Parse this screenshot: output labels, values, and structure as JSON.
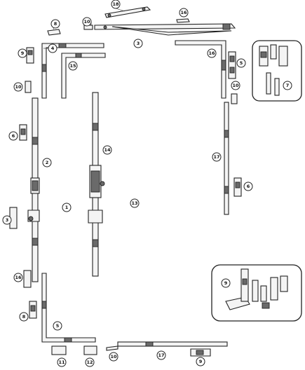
{
  "callouts": [
    {
      "id": "c-18-top",
      "label": "18"
    },
    {
      "id": "c-16-top",
      "label": "16"
    },
    {
      "id": "c-10-top",
      "label": "10"
    },
    {
      "id": "c-8-top",
      "label": "8"
    },
    {
      "id": "c-3-top",
      "label": "3"
    },
    {
      "id": "c-9-left",
      "label": "9"
    },
    {
      "id": "c-4-left",
      "label": "4"
    },
    {
      "id": "c-15",
      "label": "15"
    },
    {
      "id": "c-16-right",
      "label": "16"
    },
    {
      "id": "c-5-right",
      "label": "5"
    },
    {
      "id": "c-10-left",
      "label": "10"
    },
    {
      "id": "c-10-right",
      "label": "10"
    },
    {
      "id": "c-6-left",
      "label": "6"
    },
    {
      "id": "c-2",
      "label": "2"
    },
    {
      "id": "c-14",
      "label": "14"
    },
    {
      "id": "c-17-right",
      "label": "17"
    },
    {
      "id": "c-1",
      "label": "1"
    },
    {
      "id": "c-13",
      "label": "13"
    },
    {
      "id": "c-6-right",
      "label": "6"
    },
    {
      "id": "c-3-left",
      "label": "3"
    },
    {
      "id": "c-16-left",
      "label": "16"
    },
    {
      "id": "c-8-left",
      "label": "8"
    },
    {
      "id": "c-5-bottom",
      "label": "5"
    },
    {
      "id": "c-11",
      "label": "11"
    },
    {
      "id": "c-12",
      "label": "12"
    },
    {
      "id": "c-10-bottom",
      "label": "10"
    },
    {
      "id": "c-17-bottom",
      "label": "17"
    },
    {
      "id": "c-9-bottom",
      "label": "9"
    },
    {
      "id": "c-7",
      "label": "7"
    },
    {
      "id": "c-9-inset",
      "label": "9"
    }
  ]
}
